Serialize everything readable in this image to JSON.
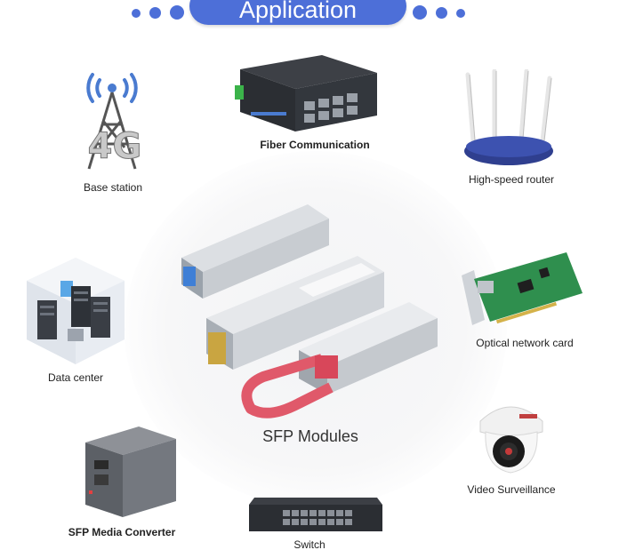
{
  "title": "Application",
  "center": {
    "label": "SFP Modules"
  },
  "items": [
    {
      "id": "base-station",
      "label": "Base station"
    },
    {
      "id": "fiber-communication",
      "label": "Fiber Communication"
    },
    {
      "id": "high-speed-router",
      "label": "High-speed router"
    },
    {
      "id": "data-center",
      "label": "Data center"
    },
    {
      "id": "optical-network-card",
      "label": "Optical network card"
    },
    {
      "id": "sfp-media-converter",
      "label": "SFP Media Converter"
    },
    {
      "id": "switch",
      "label": "Switch"
    },
    {
      "id": "video-surveillance",
      "label": "Video Surveillance"
    }
  ],
  "base_station_badge": "4G",
  "colors": {
    "accent": "#4d6fd8",
    "sfp_latch": "#e0596a",
    "card_green": "#2f8f4e"
  }
}
